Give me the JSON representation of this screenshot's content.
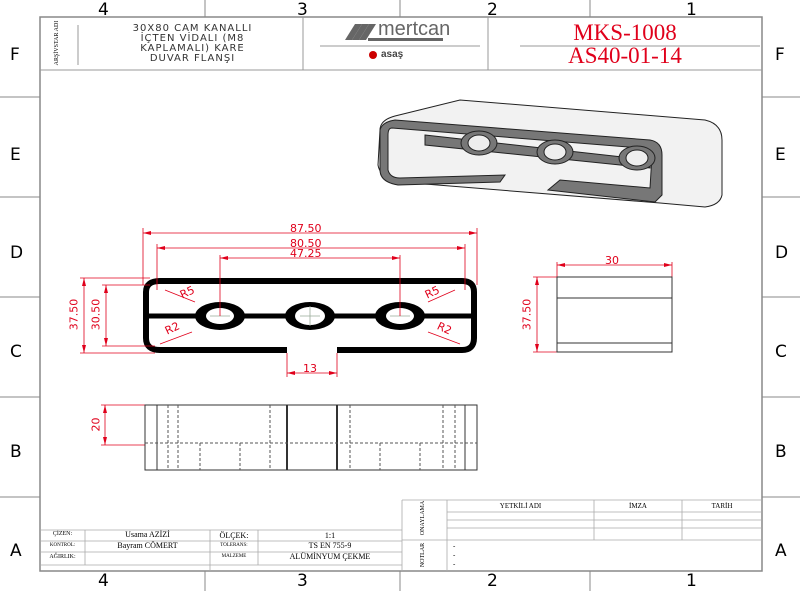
{
  "ruler": {
    "columns": [
      "4",
      "3",
      "2",
      "1"
    ],
    "rows": [
      "F",
      "E",
      "D",
      "C",
      "B",
      "A"
    ]
  },
  "title_block": {
    "side_label": "ARŞİVSTAR ADI",
    "part_name": [
      "30X80 CAM KANALLI",
      "İÇTEN VİDALI (M8",
      "KAPLAMALI) KARE",
      "DUVAR FLANŞI"
    ],
    "logo_mertcan": "mertcan",
    "logo_asas": "asaş",
    "code1": "MKS-1008",
    "code2": "AS40-01-14"
  },
  "dimensions": {
    "overall_width": "87.50",
    "inner_width": "80.50",
    "hole_spacing": "47.25",
    "outer_height": "37.50",
    "inner_height": "30.50",
    "radius_outer": "R5",
    "radius_inner": "R2",
    "slot_width": "13",
    "side_width": "30",
    "side_height": "37.50",
    "bottom_height": "20"
  },
  "info_block": {
    "drawn_label": "ÇİZEN:",
    "drawn_value": "Usama AZİZİ",
    "control_label": "KONTROL:",
    "control_value": "Bayram CÖMERT",
    "weight_label": "AĞIRLIK:",
    "weight_value": "",
    "scale_label": "ÖLÇEK:",
    "scale_value": "1:1",
    "tolerance_label": "TOLERANS:",
    "tolerance_value": "TS EN 755-9",
    "material_label": "MALZEME",
    "material_value": "ALÜMİNYUM ÇEKME",
    "approval_label": "ONAYLAMA",
    "notes_label": "NOTLAR",
    "approval_headers": [
      "YETKİLİ ADI",
      "İMZA",
      "TARİH"
    ],
    "notes": [
      "-",
      "-",
      "-"
    ]
  },
  "colors": {
    "dimension": "#e0001b",
    "profile": "#000000"
  }
}
